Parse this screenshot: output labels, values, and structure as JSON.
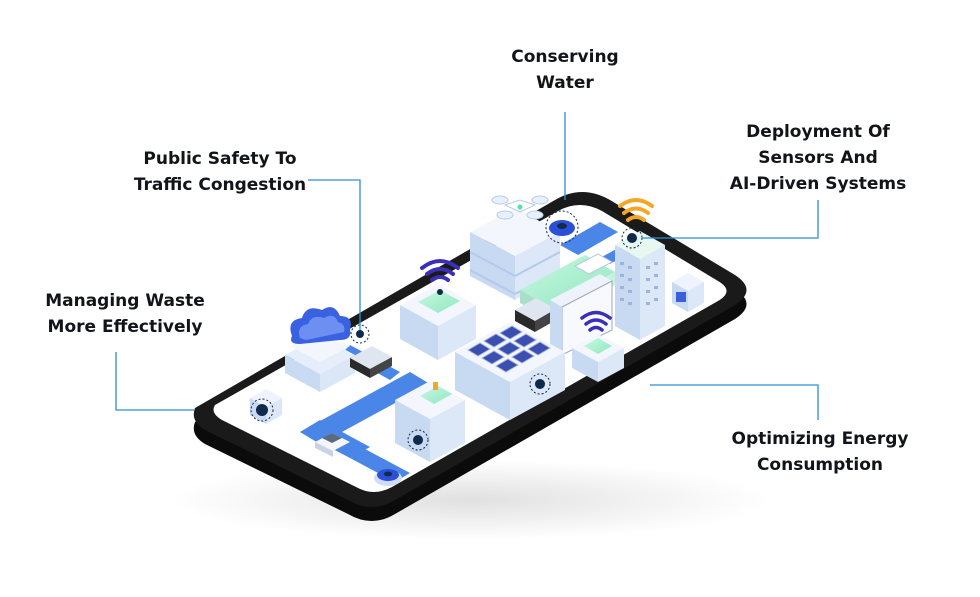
{
  "labels": {
    "water": [
      "Conserving",
      "Water"
    ],
    "sensors": [
      "Deployment Of",
      "Sensors And",
      "AI-Driven Systems"
    ],
    "safety": [
      "Public Safety To",
      "Traffic Congestion"
    ],
    "waste": [
      "Managing Waste",
      "More Effectively"
    ],
    "energy": [
      "Optimizing Energy",
      "Consumption"
    ]
  },
  "colors": {
    "phone_body": "#111111",
    "screen": "#ffffff",
    "road": "#4a86e8",
    "building_light": "#e8f0fb",
    "building_mid": "#c9daf3",
    "accent_green": "#9ff0c8",
    "accent_orange": "#f5a623",
    "accent_purple": "#3b2fb5",
    "connector": "#2d8fd5",
    "label_text": "#111418"
  },
  "icons": [
    "drone-icon",
    "cloud-icon",
    "wifi-signal-icon",
    "solar-panel-icon",
    "car-icon",
    "bus-icon",
    "sensor-icon"
  ]
}
